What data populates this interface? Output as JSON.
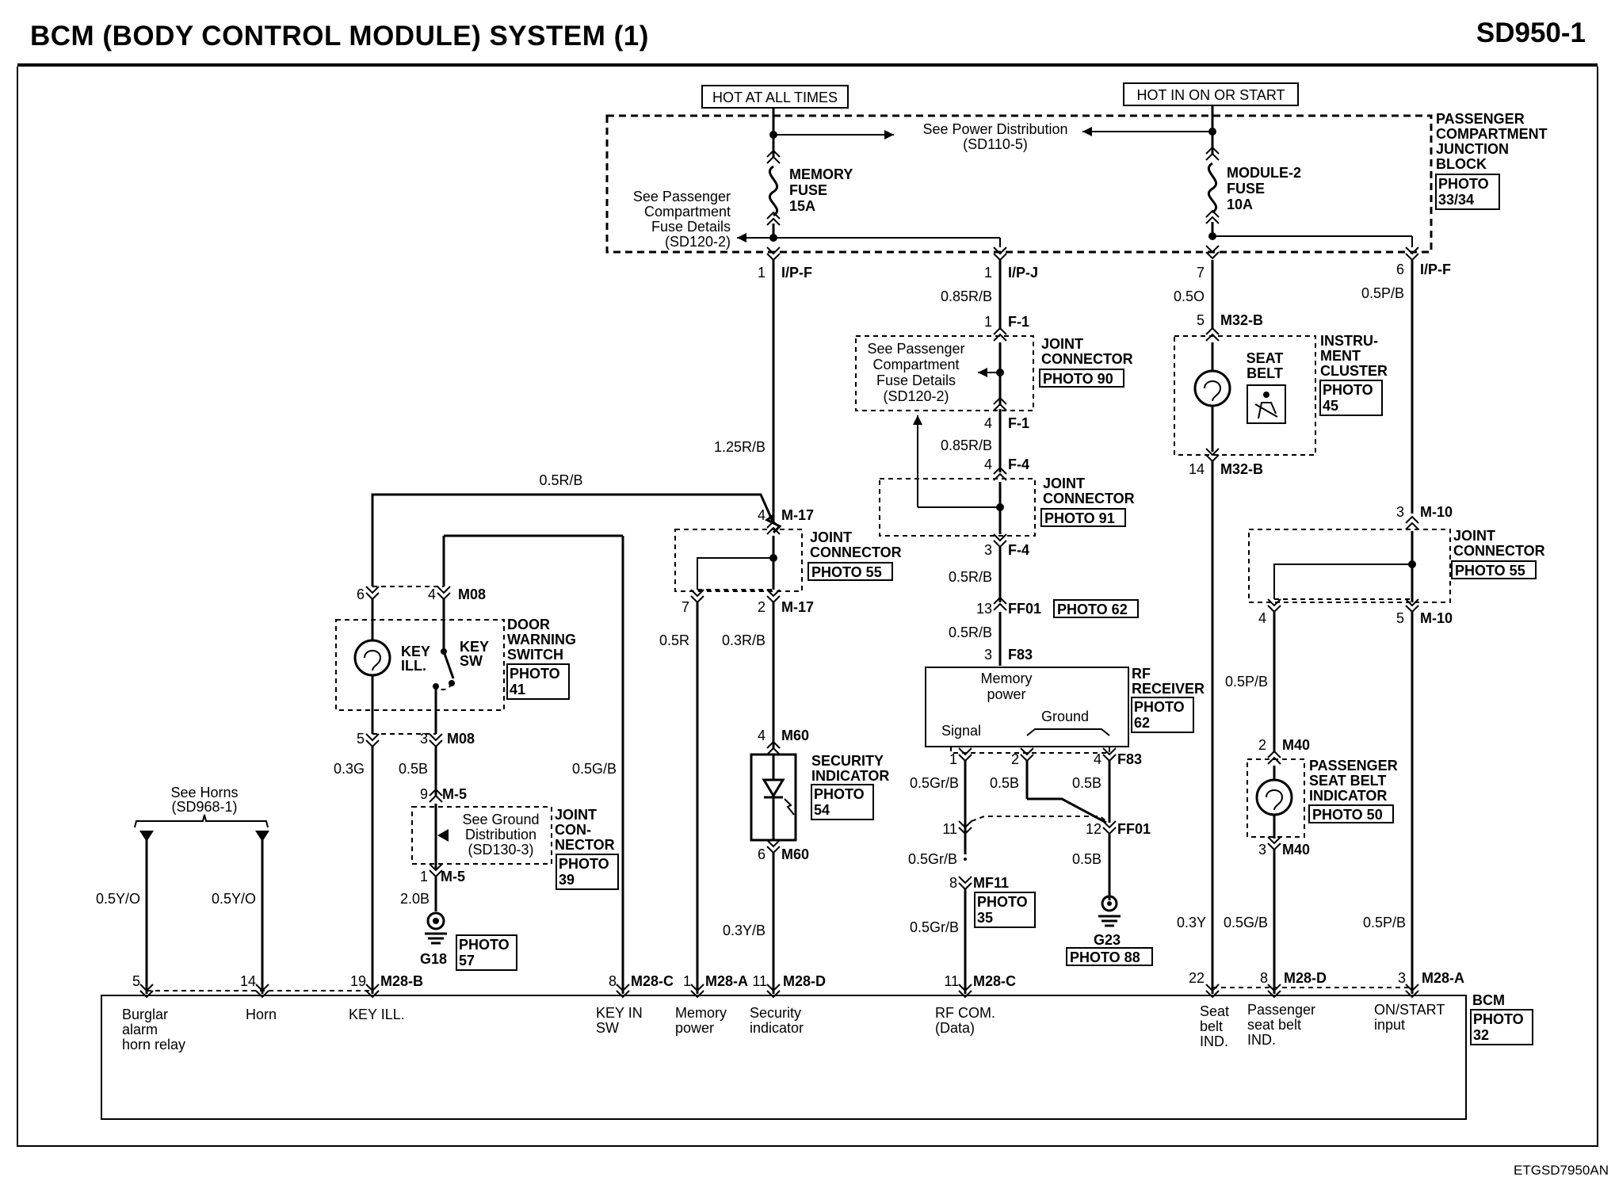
{
  "header": {
    "title": "BCM (BODY CONTROL MODULE) SYSTEM (1)",
    "code": "SD950-1"
  },
  "footer": {
    "code": "ETGSD7950AN"
  },
  "top": {
    "hot_always": "HOT AT ALL TIMES",
    "hot_on_start": "HOT IN ON OR START",
    "see_power_1": "See Power Distribution",
    "see_power_2": "(SD110-5)",
    "pcjb_1": "PASSENGER",
    "pcjb_2": "COMPARTMENT",
    "pcjb_3": "JUNCTION",
    "pcjb_4": "BLOCK",
    "pcjb_photo_1": "PHOTO",
    "pcjb_photo_2": "33/34",
    "mem_fuse_1": "MEMORY",
    "mem_fuse_2": "FUSE",
    "mem_fuse_3": "15A",
    "mod_fuse_1": "MODULE-2",
    "mod_fuse_2": "FUSE",
    "mod_fuse_3": "10A",
    "see_pcfd_1": "See Passenger",
    "see_pcfd_2": "Compartment",
    "see_pcfd_3": "Fuse Details",
    "see_pcfd_4": "(SD120-2)"
  },
  "labels": {
    "n1": "1",
    "n6": "6",
    "n7": "7",
    "n4": "4",
    "n2": "2",
    "n3": "3",
    "n5": "5",
    "n8": "8",
    "n9": "9",
    "n11": "11",
    "n12": "12",
    "n13": "13",
    "n14": "14",
    "n19": "19",
    "n22": "22",
    "ipf": "I/P-F",
    "ipj": "I/P-J",
    "f1": "F-1",
    "f4": "F-4",
    "m32b": "M32-B",
    "m17": "M-17",
    "m10": "M-10",
    "m08": "M08",
    "m5": "M-5",
    "m60": "M60",
    "m40": "M40",
    "ff01": "FF01",
    "f83": "F83",
    "mf11": "MF11",
    "m28a": "M28-A",
    "m28b": "M28-B",
    "m28c": "M28-C",
    "m28d": "M28-D",
    "w085rb": "0.85R/B",
    "w05o": "0.5O",
    "w05pb": "0.5P/B",
    "w125rb": "1.25R/B",
    "w05rb": "0.5R/B",
    "w05r": "0.5R",
    "w03rb": "0.3R/B",
    "w05gb_cap": "0.5G/B",
    "w03g": "0.3G",
    "w05b": "0.5B",
    "w20b": "2.0B",
    "w05yo": "0.5Y/O",
    "w03yb": "0.3Y/B",
    "w05grb": "0.5Gr/B",
    "w03y": "0.3Y",
    "w05gb": "0.5G/B",
    "jc": "JOINT",
    "conn": "CONNECTOR",
    "con": "CON-",
    "nector": "NECTOR",
    "photo": "PHOTO",
    "p90": "PHOTO 90",
    "p91": "PHOTO 91",
    "p55": "PHOTO 55",
    "p62": "PHOTO 62",
    "p54": "54",
    "p41": "41",
    "p39": "39",
    "p57": "57",
    "p35": "35",
    "p88": "PHOTO 88",
    "p50": "PHOTO 50",
    "p45": "45",
    "p62b": "62",
    "p32": "32",
    "instru_1": "INSTRU-",
    "instru_2": "MENT",
    "instru_3": "CLUSTER",
    "seat_1": "SEAT",
    "seat_2": "BELT",
    "door_1": "DOOR",
    "door_2": "WARNING",
    "door_3": "SWITCH",
    "key": "KEY",
    "ill": "ILL.",
    "sw": "SW",
    "sec_1": "SECURITY",
    "sec_2": "INDICATOR",
    "rf_1": "RF",
    "rf_2": "RECEIVER",
    "mem_power_1": "Memory",
    "mem_power_2": "power",
    "signal": "Signal",
    "ground": "Ground",
    "see_gnd_1": "See Ground",
    "see_gnd_2": "Distribution",
    "see_gnd_3": "(SD130-3)",
    "see_horns_1": "See Horns",
    "see_horns_2": "(SD968-1)",
    "g18": "G18",
    "g23": "G23",
    "psbi_1": "PASSENGER",
    "psbi_2": "SEAT BELT",
    "psbi_3": "INDICATOR",
    "bcm": "BCM"
  },
  "bcm_pins": {
    "burglar_1": "Burglar",
    "burglar_2": "alarm",
    "burglar_3": "horn relay",
    "horn": "Horn",
    "key_ill": "KEY ILL.",
    "key_in_1": "KEY IN",
    "key_in_2": "SW",
    "mem_1": "Memory",
    "mem_2": "power",
    "sec_1": "Security",
    "sec_2": "indicator",
    "rf_1": "RF COM.",
    "rf_2": "(Data)",
    "seat_1": "Seat",
    "seat_2": "belt",
    "seat_3": "IND.",
    "pass_1": "Passenger",
    "pass_2": "seat belt",
    "pass_3": "IND.",
    "on_1": "ON/START",
    "on_2": "input"
  }
}
